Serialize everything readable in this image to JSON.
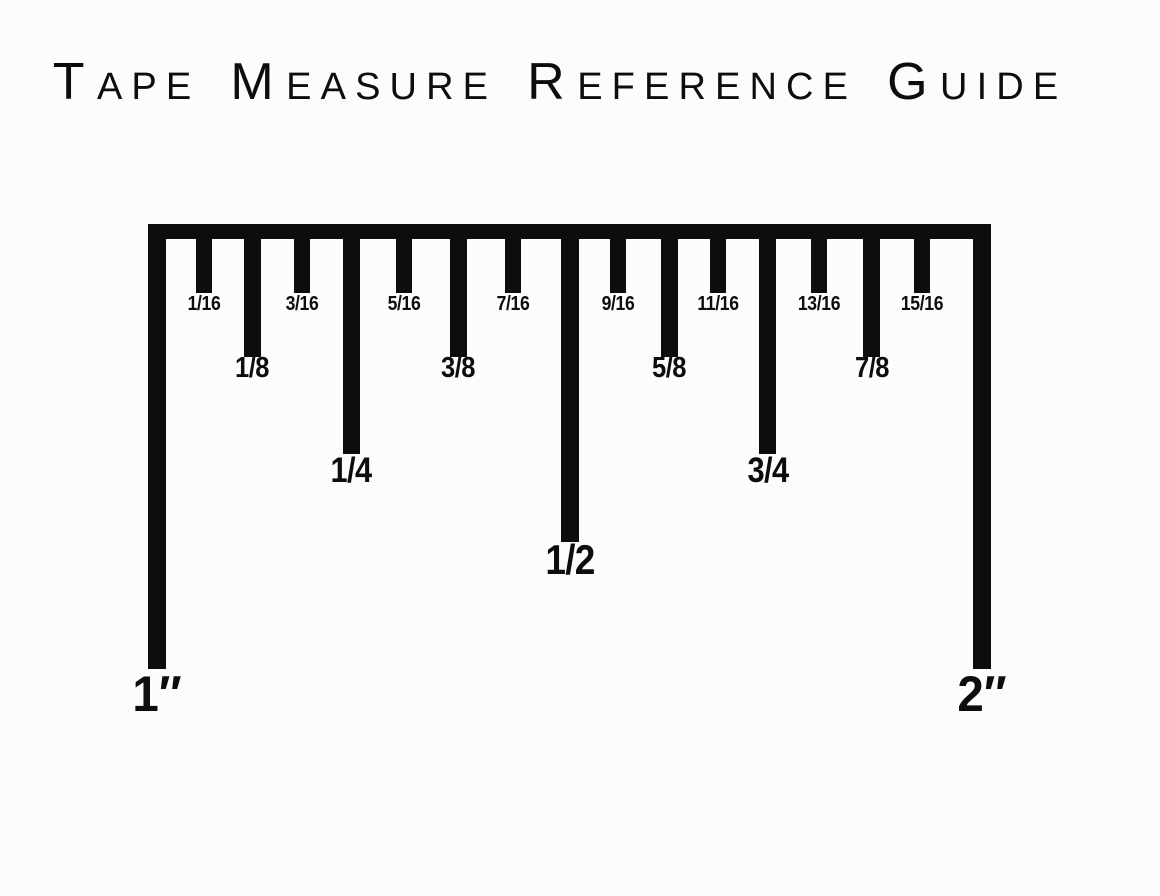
{
  "title": "Tape Measure Reference Guide",
  "colors": {
    "ink": "#0d0d0d",
    "background": "#fcfcfc"
  },
  "ruler": {
    "unit_start": {
      "label": "1″",
      "value_inches": 1
    },
    "unit_end": {
      "label": "2″",
      "value_inches": 2
    },
    "marks": [
      {
        "label": "1/16",
        "tier": "sixteenth",
        "value_inches": 1.0625
      },
      {
        "label": "1/8",
        "tier": "eighth",
        "value_inches": 1.125
      },
      {
        "label": "3/16",
        "tier": "sixteenth",
        "value_inches": 1.1875
      },
      {
        "label": "1/4",
        "tier": "quarter",
        "value_inches": 1.25
      },
      {
        "label": "5/16",
        "tier": "sixteenth",
        "value_inches": 1.3125
      },
      {
        "label": "3/8",
        "tier": "eighth",
        "value_inches": 1.375
      },
      {
        "label": "7/16",
        "tier": "sixteenth",
        "value_inches": 1.4375
      },
      {
        "label": "1/2",
        "tier": "half",
        "value_inches": 1.5
      },
      {
        "label": "9/16",
        "tier": "sixteenth",
        "value_inches": 1.5625
      },
      {
        "label": "5/8",
        "tier": "eighth",
        "value_inches": 1.625
      },
      {
        "label": "11/16",
        "tier": "sixteenth",
        "value_inches": 1.6875
      },
      {
        "label": "3/4",
        "tier": "quarter",
        "value_inches": 1.75
      },
      {
        "label": "13/16",
        "tier": "sixteenth",
        "value_inches": 1.8125
      },
      {
        "label": "7/8",
        "tier": "eighth",
        "value_inches": 1.875
      },
      {
        "label": "15/16",
        "tier": "sixteenth",
        "value_inches": 1.9375
      }
    ]
  }
}
